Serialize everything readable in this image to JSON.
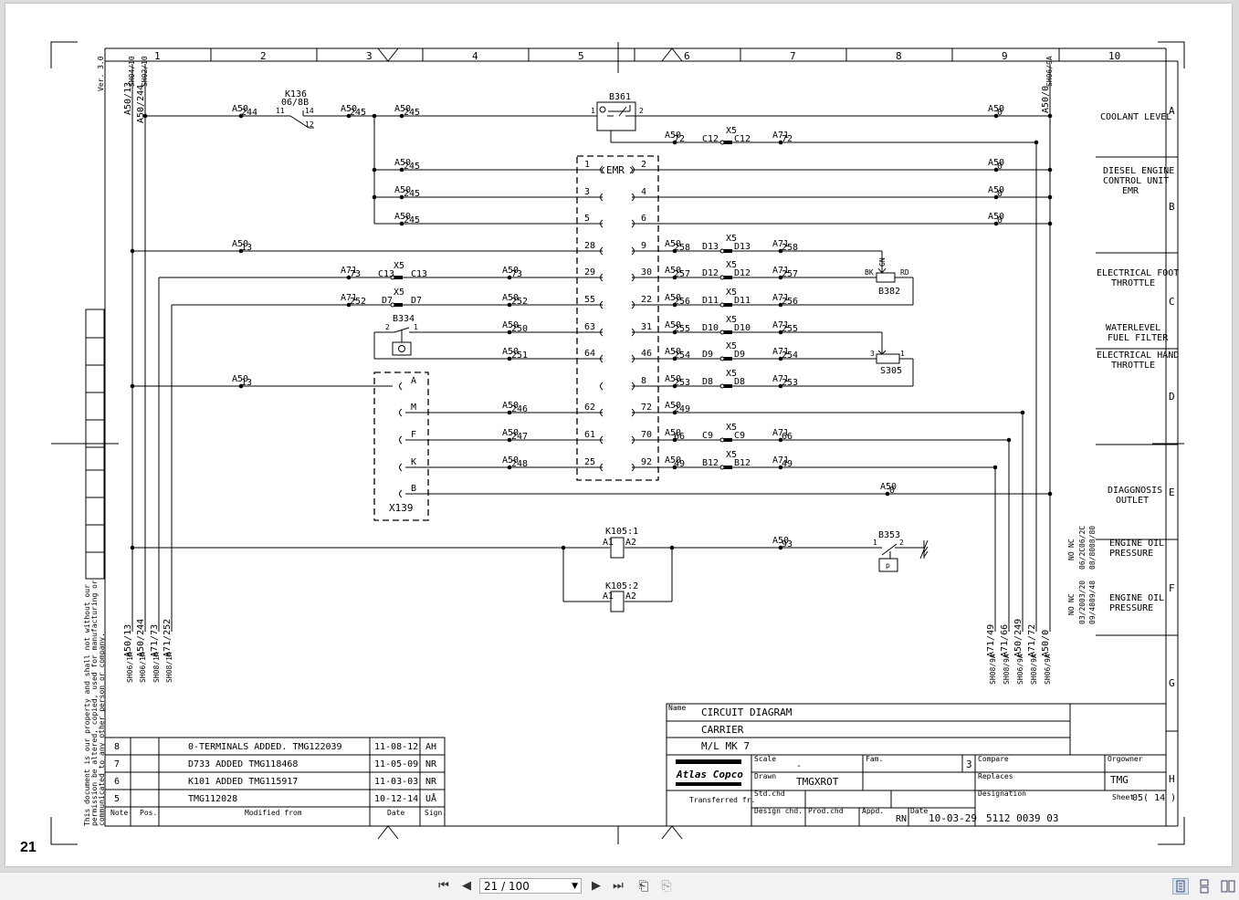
{
  "page_label": "21",
  "toolbar": {
    "first_icon": "first-page-icon",
    "prev_icon": "previous-page-icon",
    "page_indicator": "21 / 100",
    "next_icon": "next-page-icon",
    "last_icon": "last-page-icon",
    "view_icons": [
      "single-page-view-icon",
      "continuous-view-icon",
      "two-page-view-icon"
    ]
  },
  "frame": {
    "columns": [
      "1",
      "2",
      "3",
      "4",
      "5",
      "6",
      "7",
      "8",
      "9",
      "10"
    ],
    "rows": [
      "A",
      "B",
      "C",
      "D",
      "E",
      "F",
      "G",
      "H"
    ],
    "version": "Ver. 3.0"
  },
  "left_refs_top": [
    "A50/13",
    "A50/244",
    "SH04/10",
    "SH02/10"
  ],
  "left_refs_bottom": [
    {
      "label": "A50/13",
      "sheet": "SH06/1A"
    },
    {
      "label": "A50/244",
      "sheet": "SH06/1A"
    },
    {
      "label": "A71/73",
      "sheet": "SH08/1A"
    },
    {
      "label": "A71/252",
      "sheet": "SH08/1A"
    }
  ],
  "right_refs_top": [
    "A50/0",
    "SH06/9A"
  ],
  "right_refs_bottom": [
    {
      "label": "A71/49",
      "sheet": "SH08/9A"
    },
    {
      "label": "A71/66",
      "sheet": "SH08/9A"
    },
    {
      "label": "A50/249",
      "sheet": "SH06/9A"
    },
    {
      "label": "A71/72",
      "sheet": "SH08/9A"
    },
    {
      "label": "A50/0",
      "sheet": "SH06/9A"
    }
  ],
  "descriptions": {
    "coolant": "COOLANT LEVEL",
    "diesel1": "DIESEL ENGINE",
    "diesel2": "CONTROL UNIT",
    "diesel3": "EMR",
    "foot1": "ELECTRICAL FOOT",
    "foot2": "THROTTLE",
    "water1": "WATERLEVEL",
    "water2": "FUEL FILTER",
    "hand1": "ELECTRICAL HAND",
    "hand2": "THROTTLE",
    "diag1": "DIAGGNOSIS",
    "diag2": "OUTLET",
    "oil1a": "ENGINE OIL",
    "oil1b": "PRESSURE",
    "oil2a": "ENGINE OIL",
    "oil2b": "PRESSURE"
  },
  "oil_refs_1": [
    "NC",
    "NO",
    "06/2C",
    "06/2C",
    "08/80",
    "08/80"
  ],
  "oil_refs_2": [
    "NC",
    "NO",
    "03/20",
    "03/20",
    "09/48",
    "09/48"
  ],
  "components": {
    "k136": "K136",
    "k136_ref": "06/8B",
    "k136_p1": "11",
    "k136_p2": "14",
    "k136_p3": "12",
    "b361": "B361",
    "b361_p1": "1",
    "b361_p2": "2",
    "emr": "EMR",
    "b382": "B382",
    "b382_bk": "BK",
    "b382_rd": "RD",
    "b382_gn": "GN",
    "s305": "S305",
    "s305_p3": "3",
    "s305_p1": "1",
    "b334": "B334",
    "b334_p2": "2",
    "b334_p1": "1",
    "x139": "X139",
    "k105_1": "K105:1",
    "k105_2": "K105:2",
    "a1": "A1",
    "a2": "A2",
    "b353": "B353",
    "b353_p1": "1",
    "b353_p2": "2",
    "b353_p": "p"
  },
  "emr_pins_left": [
    "1",
    "3",
    "5",
    "28",
    "29",
    "55",
    "63",
    "64",
    "",
    "62",
    "61",
    "25"
  ],
  "emr_pins_right": [
    "2",
    "4",
    "6",
    "9",
    "30",
    "22",
    "31",
    "46",
    "8",
    "72",
    "70",
    "92"
  ],
  "x139_pins": [
    "A",
    "M",
    "F",
    "K",
    "B"
  ],
  "wire_labels": {
    "r1": [
      "A50",
      "244",
      "A50",
      "245",
      "A50",
      "245",
      "A50",
      "0"
    ],
    "rc12": [
      "A50",
      "72",
      "C12",
      "X5",
      "C12",
      "A71",
      "72"
    ],
    "r2": [
      "A50",
      "245",
      "A50",
      "0"
    ],
    "r3": [
      "A50",
      "245",
      "A50",
      "0"
    ],
    "r4": [
      "A50",
      "245",
      "A50",
      "0"
    ],
    "r5": [
      "A50",
      "13",
      "A50",
      "258",
      "D13",
      "X5",
      "D13",
      "A71",
      "258"
    ],
    "r6": [
      "A71",
      "73",
      "C13",
      "X5",
      "C13",
      "A50",
      "73",
      "A50",
      "257",
      "D12",
      "X5",
      "D12",
      "A71",
      "257"
    ],
    "r7": [
      "A71",
      "252",
      "D7",
      "X5",
      "D7",
      "A50",
      "252",
      "A50",
      "256",
      "D11",
      "X5",
      "D11",
      "A71",
      "256"
    ],
    "r8": [
      "A50",
      "250",
      "A50",
      "255",
      "D10",
      "X5",
      "D10",
      "A71",
      "255"
    ],
    "r9": [
      "A50",
      "251",
      "A50",
      "254",
      "D9",
      "X5",
      "D9",
      "A71",
      "254"
    ],
    "r10": [
      "A50",
      "13",
      "A50",
      "253",
      "D8",
      "X5",
      "D8",
      "A71",
      "253"
    ],
    "r11": [
      "A50",
      "246",
      "A50",
      "249"
    ],
    "r12": [
      "A50",
      "247",
      "A50",
      "66",
      "C9",
      "X5",
      "C9",
      "A71",
      "66"
    ],
    "r13": [
      "A50",
      "248",
      "A50",
      "49",
      "B12",
      "X5",
      "B12",
      "A71",
      "49"
    ],
    "r14": [
      "A50",
      "0"
    ],
    "r15": [
      "A50",
      "93"
    ]
  },
  "revisions": [
    {
      "note": "8",
      "pos": "",
      "text": "0-TERMINALS ADDED. TMG122039",
      "date": "11-08-12",
      "sign": "AH"
    },
    {
      "note": "7",
      "pos": "",
      "text": "D733 ADDED TMG118468",
      "date": "11-05-09",
      "sign": "NR"
    },
    {
      "note": "6",
      "pos": "",
      "text": "K101 ADDED TMG115917",
      "date": "11-03-03",
      "sign": "NR"
    },
    {
      "note": "5",
      "pos": "",
      "text": "TMG112028",
      "date": "10-12-14",
      "sign": "UÅ"
    }
  ],
  "rev_headers": {
    "note": "Note",
    "pos": "Pos.",
    "mod": "Modified from",
    "date": "Date",
    "sign": "Sign."
  },
  "disclaimer": [
    "This document is our property and shall not without our",
    "permission be altered, copied, used for manufacturing or",
    "communicated to any other person or company."
  ],
  "title_block": {
    "name_label": "Name",
    "title1": "CIRCUIT DIAGRAM",
    "title2": "CARRIER",
    "title3": "M/L MK 7",
    "logo": "Atlas Copco",
    "transferred_label": "Transferred fr.",
    "scale_label": "Scale",
    "scale_value": "-",
    "fam_label": "Fam.",
    "sheets_total": "3",
    "compare_label": "Compare",
    "orgowner_label": "Orgowner",
    "orgowner_value": "TMG",
    "drawn_label": "Drawn",
    "drawn_value": "TMGXROT",
    "replaces_label": "Replaces",
    "stdchd_label": "Std.chd",
    "designation_label": "Designation",
    "design_chd_label": "Design chd.",
    "prodchd_label": "Prod.chd",
    "appd_label": "Appd.",
    "appd_value": "RN",
    "date_label": "Date",
    "date_value": "10-03-29",
    "drawing_number": "5112 0039 03",
    "sheet_label": "Sheet",
    "sheet_value": "05( 14 )"
  }
}
